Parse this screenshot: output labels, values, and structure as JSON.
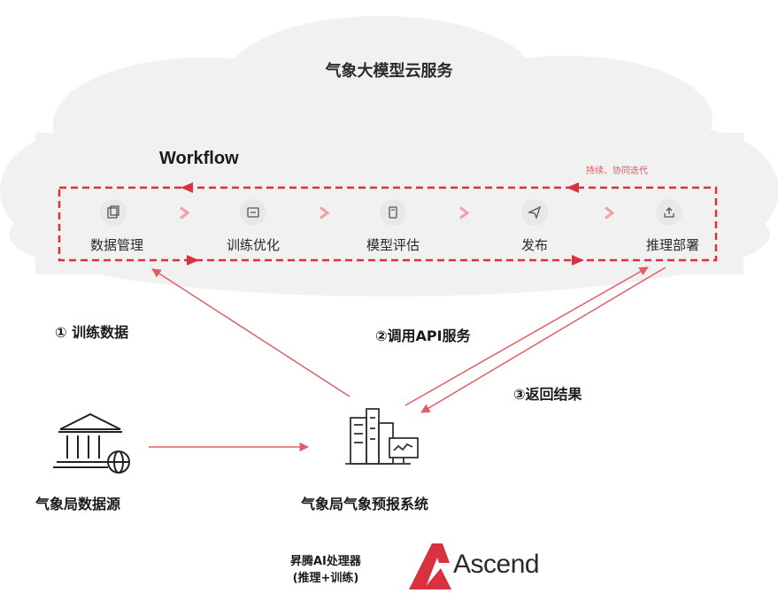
{
  "cloud": {
    "title": "气象大模型云服务"
  },
  "workflow": {
    "title": "Workflow",
    "iterate_note": "持续、协同迭代",
    "steps": [
      {
        "label": "数据管理",
        "icon": "data-management-icon"
      },
      {
        "label": "训练优化",
        "icon": "training-icon"
      },
      {
        "label": "模型评估",
        "icon": "model-evaluation-icon"
      },
      {
        "label": "发布",
        "icon": "publish-icon"
      },
      {
        "label": "推理部署",
        "icon": "deploy-icon"
      }
    ]
  },
  "flows": {
    "training_data": "① 训练数据",
    "call_api": "②调用API服务",
    "return_result": "③返回结果"
  },
  "nodes": {
    "data_source": {
      "label": "气象局数据源",
      "icon": "bank-database-icon"
    },
    "forecast_system": {
      "label": "气象局气象预报系统",
      "icon": "city-computer-icon"
    }
  },
  "chip": {
    "line1": "昇腾AI处理器",
    "line2": "(推理+训练)",
    "brand": "Ascend",
    "logo_icon": "ascend-logo-icon"
  },
  "colors": {
    "accent": "#d9323e",
    "arrow": "#e35d66",
    "cloud": "#f1f1f1",
    "text": "#1a1a1a"
  }
}
